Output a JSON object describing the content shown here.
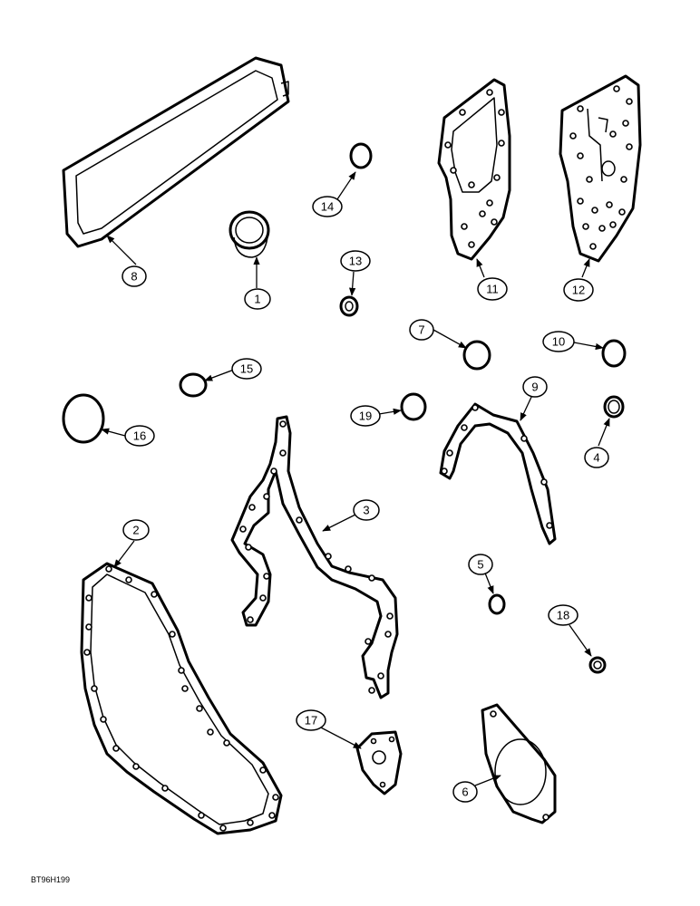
{
  "figure_code": "BT96H199",
  "callouts": {
    "c1": "1",
    "c2": "2",
    "c3": "3",
    "c4": "4",
    "c5": "5",
    "c6": "6",
    "c7": "7",
    "c8": "8",
    "c9": "9",
    "c10": "10",
    "c11": "11",
    "c12": "12",
    "c13": "13",
    "c14": "14",
    "c15": "15",
    "c16": "16",
    "c17": "17",
    "c18": "18",
    "c19": "19"
  }
}
